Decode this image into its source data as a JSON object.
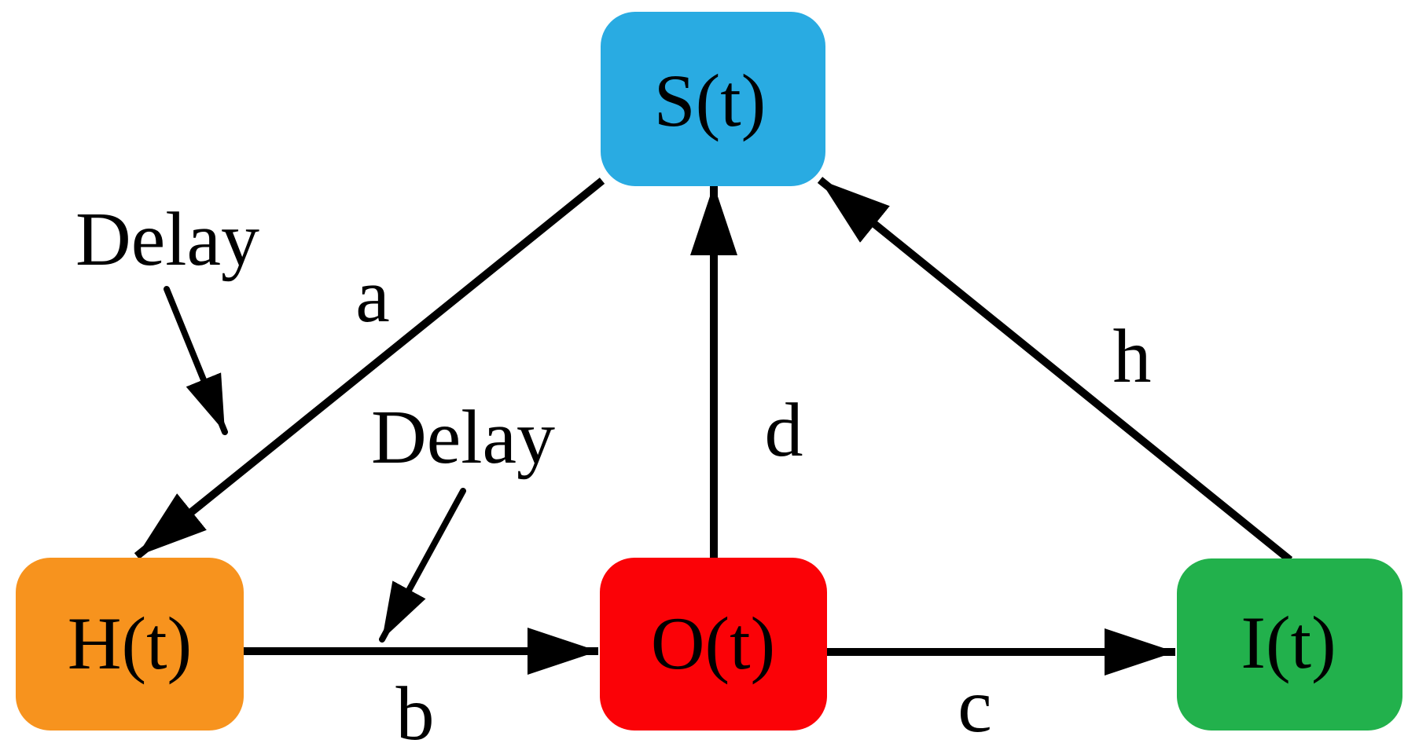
{
  "diagram": {
    "background_color": "#FFFFFF",
    "line_color": "#000000",
    "text_color": "#000000",
    "nodes": [
      {
        "id": "S",
        "label": "S(t)",
        "color": "#29ABE2",
        "position": "top-center"
      },
      {
        "id": "H",
        "label": "H(t)",
        "color": "#F7931E",
        "position": "bottom-left"
      },
      {
        "id": "O",
        "label": "O(t)",
        "color": "#FB0207",
        "position": "bottom-center"
      },
      {
        "id": "I",
        "label": "I(t)",
        "color": "#22B14C",
        "position": "bottom-right"
      }
    ],
    "edges": [
      {
        "id": "a",
        "label": "a",
        "from": "S",
        "to": "H"
      },
      {
        "id": "b",
        "label": "b",
        "from": "H",
        "to": "O"
      },
      {
        "id": "c",
        "label": "c",
        "from": "O",
        "to": "I"
      },
      {
        "id": "d",
        "label": "d",
        "from": "O",
        "to": "S"
      },
      {
        "id": "h",
        "label": "h",
        "from": "I",
        "to": "S"
      }
    ],
    "annotations": [
      {
        "label": "Delay",
        "points_to": "edge-a"
      },
      {
        "label": "Delay",
        "points_to": "edge-b"
      }
    ]
  }
}
